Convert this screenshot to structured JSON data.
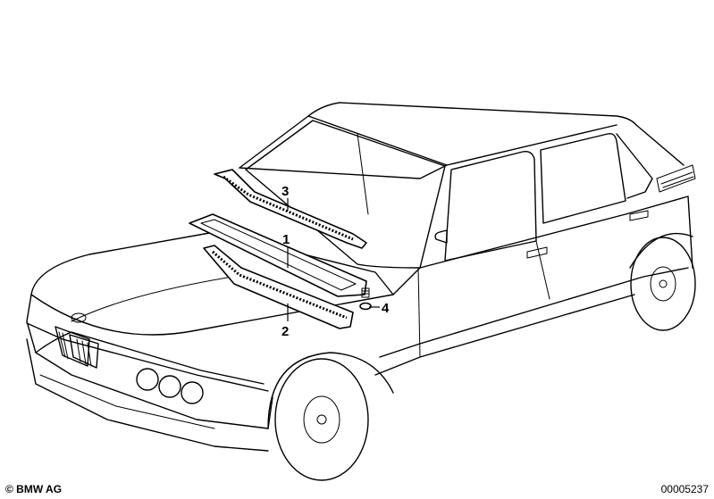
{
  "callouts": [
    {
      "number": "1"
    },
    {
      "number": "2"
    },
    {
      "number": "3"
    },
    {
      "number": "4"
    }
  ],
  "footer": {
    "copyright": "© BMW AG",
    "reference": "00005237"
  }
}
